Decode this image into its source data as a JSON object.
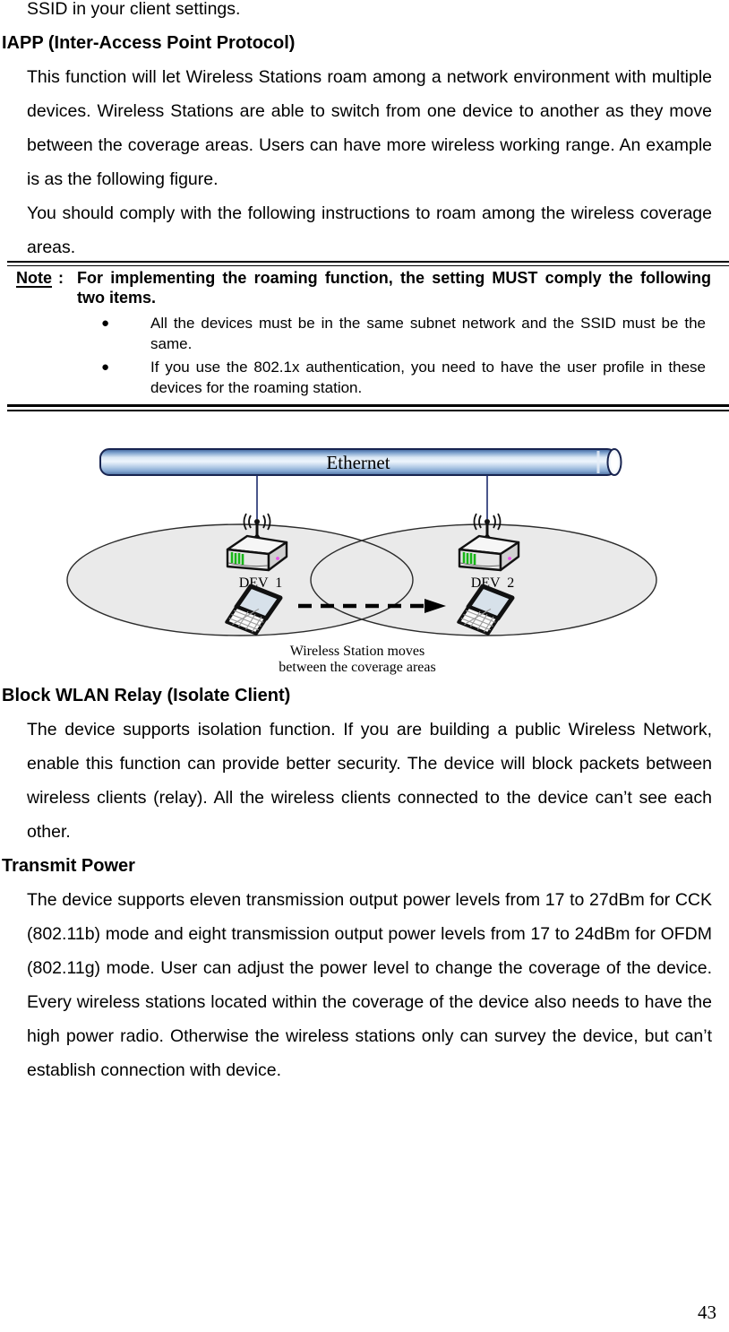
{
  "page": {
    "number": "43"
  },
  "content": {
    "intro_line": "SSID in your client settings.",
    "iapp_heading": "IAPP (Inter-Access Point Protocol)",
    "iapp_para1": "This function will let Wireless Stations roam among a network environment with multiple devices. Wireless Stations are able to switch from one device to another as they move between the coverage areas. Users can have more wireless working range. An example is as the following figure.",
    "iapp_para2": "You should comply with the following instructions to roam among the wireless coverage areas.",
    "block_heading": "Block WLAN Relay (Isolate Client)",
    "block_para": "The device supports isolation function. If you are building a public Wireless Network, enable this function can provide better security. The device will block packets between wireless clients (relay). All the wireless clients connected to the device can’t see each other.",
    "transmit_heading": "Transmit Power",
    "transmit_para": "The device supports eleven transmission output power levels from 17 to 27dBm for CCK (802.11b) mode and eight transmission output power levels from 17 to 24dBm for OFDM (802.11g) mode. User can adjust the power level to change the coverage of the device. Every wireless stations located within the coverage of the device also needs to have the high power radio. Otherwise the wireless stations only can survey the device, but can’t establish connection with device."
  },
  "note": {
    "label": "Note",
    "separator": ":",
    "text": "For implementing the roaming function, the setting MUST comply the following two items.",
    "bullets": [
      {
        "marker": "●",
        "text": "All the devices must be in the same subnet network and the SSID must be the same."
      },
      {
        "marker": "●",
        "text": "If you use the 802.1x authentication, you need to have the user profile in these devices for the roaming station."
      }
    ]
  },
  "figure": {
    "ethernet_label": "Ethernet",
    "dev1_label": "DEV  1",
    "dev2_label": "DEV  2",
    "caption_line1": "Wireless Station moves",
    "caption_line2": "between the coverage areas",
    "colors": {
      "pipe_border": "#182450",
      "coverage_fill": "#eaeaea",
      "coverage_stroke": "#2b2b2b",
      "connector_blue": "#1c2b6e",
      "led_green": "#17b517",
      "led_pink": "#ea52ea"
    }
  }
}
